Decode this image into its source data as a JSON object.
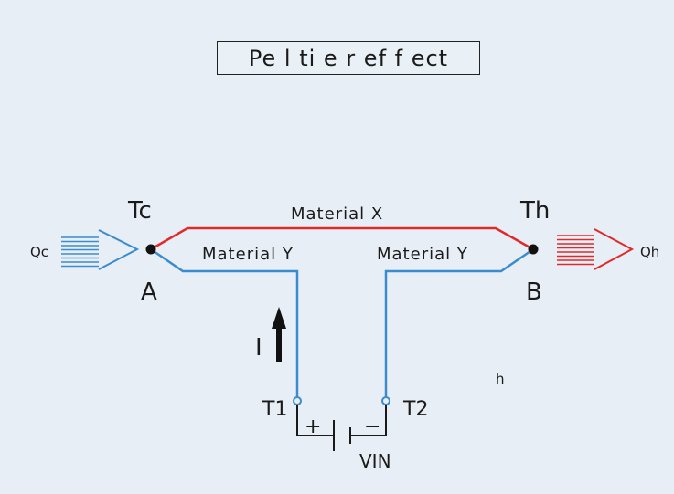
{
  "title": "Pe l ti e r ef f ect",
  "labels": {
    "tc": "Tc",
    "th": "Th",
    "a": "A",
    "b": "B",
    "qc": "Qc",
    "qh": "Qh",
    "material_x": "Material X",
    "material_y_left": "Material Y",
    "material_y_right": "Material Y",
    "current": "I",
    "t1": "T1",
    "t2": "T2",
    "plus": "+",
    "minus": "−",
    "vin": "VIN",
    "stray": "h"
  },
  "colors": {
    "material_x": "#e02a2a",
    "material_y": "#3a8ccf",
    "hot_arrow": "#e02a2a",
    "cold_arrow": "#3a8ccf",
    "wire": "#1a1a1a"
  }
}
